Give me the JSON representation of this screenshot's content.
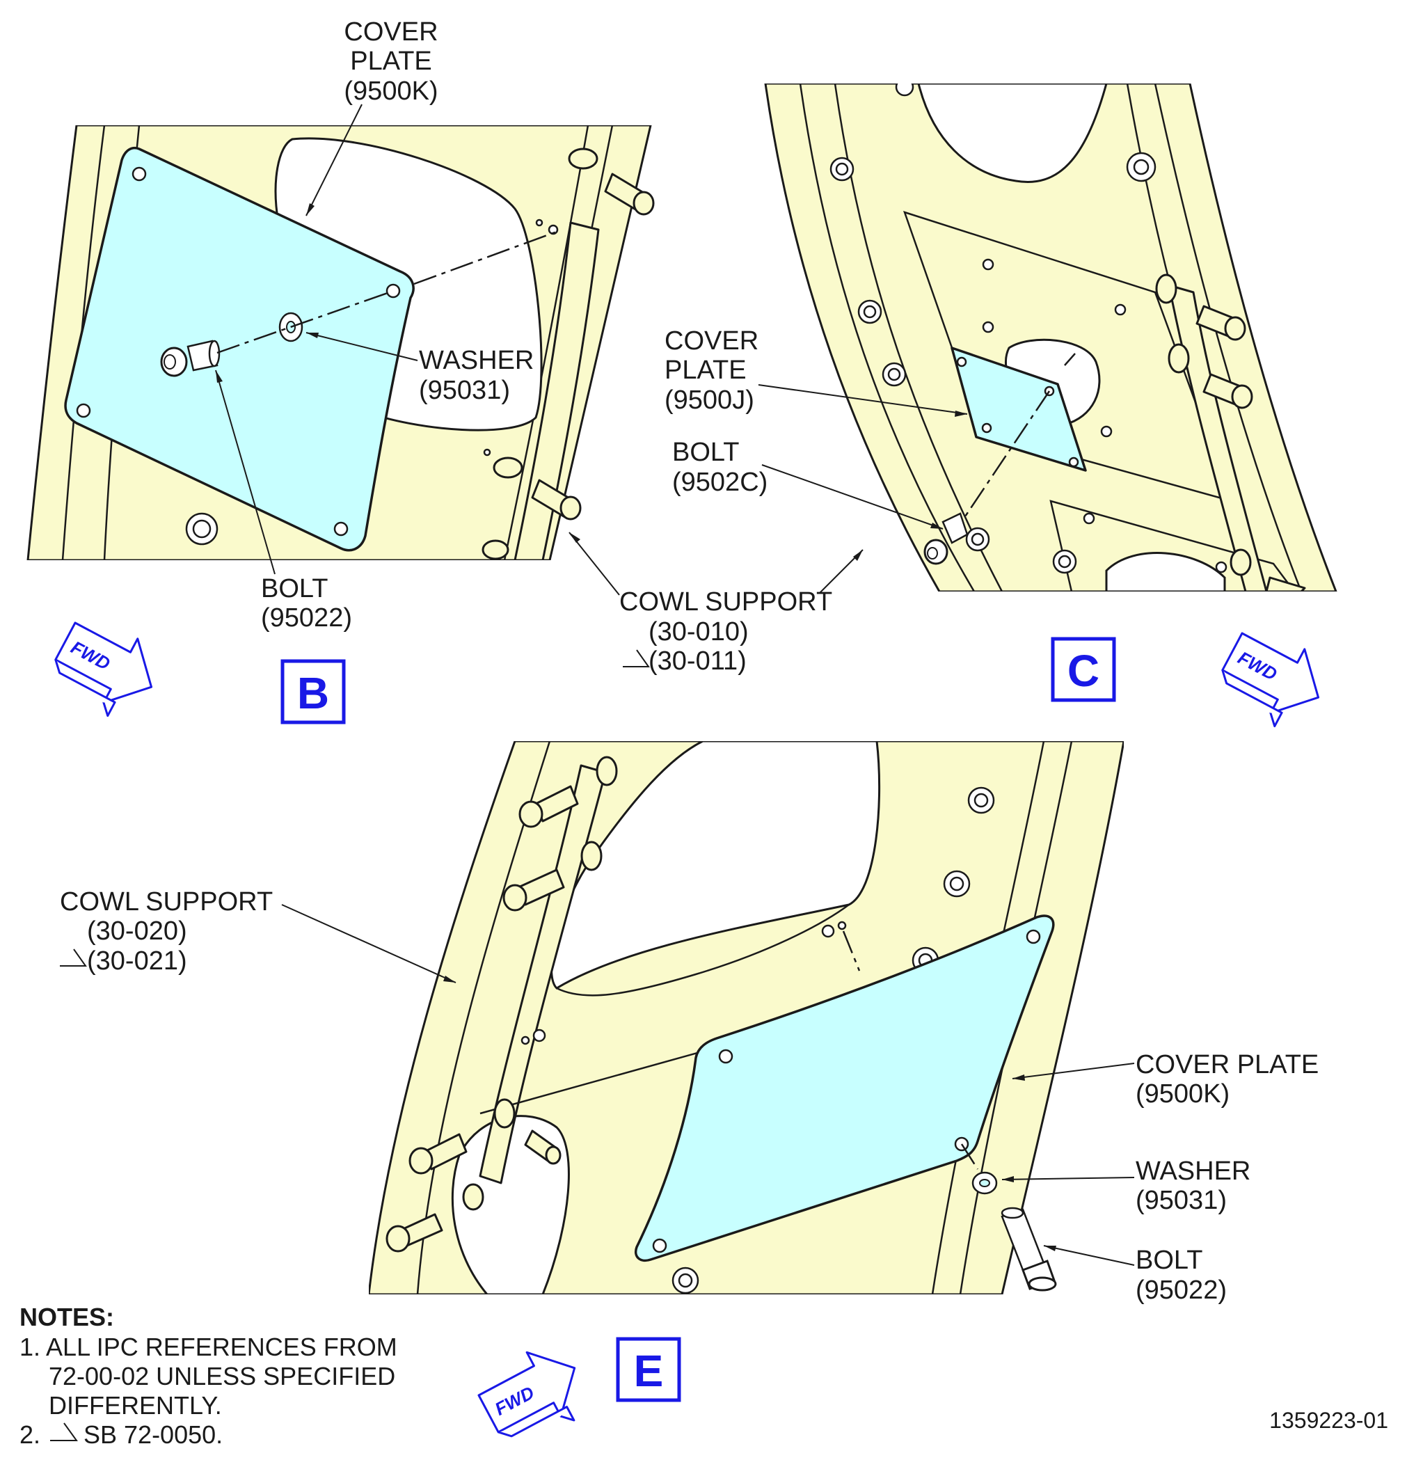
{
  "views": {
    "B": {
      "letter": "B",
      "cover_plate": {
        "line1": "COVER",
        "line2": "PLATE",
        "line3": "(9500K)"
      },
      "washer": {
        "line1": "WASHER",
        "line2": "(95031)"
      },
      "bolt": {
        "line1": "BOLT",
        "line2": "(95022)"
      }
    },
    "C": {
      "letter": "C",
      "cover_plate": {
        "line1": "COVER",
        "line2": "PLATE",
        "line3": "(9500J)"
      },
      "bolt": {
        "line1": "BOLT",
        "line2": "(9502C)"
      }
    },
    "E": {
      "letter": "E",
      "cover_plate": {
        "line1": "COVER PLATE",
        "line2": "(9500K)"
      },
      "washer": {
        "line1": "WASHER",
        "line2": "(95031)"
      },
      "bolt": {
        "line1": "BOLT",
        "line2": "(95022)"
      }
    }
  },
  "cowl_support_upper": {
    "line1": "COWL SUPPORT",
    "line2": "(30-010)",
    "line3": "(30-011)"
  },
  "cowl_support_lower": {
    "line1": "COWL SUPPORT",
    "line2": "(30-020)",
    "line3": "(30-021)"
  },
  "fwd_label": "FWD",
  "notes": {
    "heading": "NOTES:",
    "item1_line1": "1. ALL IPC REFERENCES FROM",
    "item1_line2": "72-00-02 UNLESS SPECIFIED",
    "item1_line3": "DIFFERENTLY.",
    "item2_prefix": "2.",
    "item2_text": "SB 72-0050."
  },
  "drawing_number": "1359223-01",
  "colors": {
    "part_fill": "#fafacc",
    "plate_fill": "#c8ffff",
    "view_letter_blue": "#1919e6",
    "line": "#1a1a1a"
  }
}
